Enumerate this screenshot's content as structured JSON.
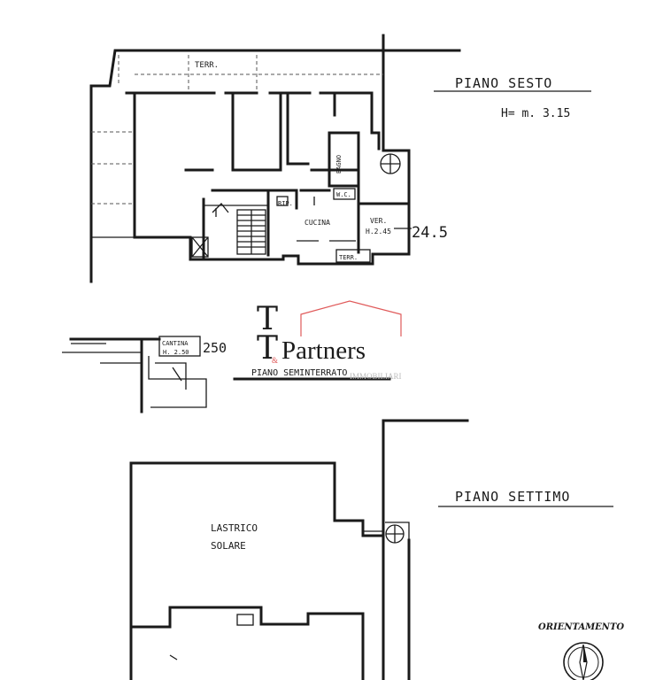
{
  "sixth_floor": {
    "title": "PIANO SESTO",
    "height_note": "H= m. 3.15",
    "labels": {
      "terrace_top": "TERR.",
      "bathroom": "BAGNO",
      "wc": "W.C.",
      "storage": "RIP.",
      "kitchen": "CUCINA",
      "veranda": "VER.",
      "veranda_height": "H.2.45",
      "terrace_small": "TERR.",
      "dimension": "24.5"
    }
  },
  "basement": {
    "title": "PIANO SEMINTERRATO",
    "label_room": "CANTINA",
    "label_height": "H. 2.50",
    "dimension": "250"
  },
  "seventh_floor": {
    "title": "PIANO SETTIMO",
    "roof_label_line1": "LASTRICO",
    "roof_label_line2": "SOLARE"
  },
  "orientation": {
    "label": "ORIENTAMENTO"
  },
  "watermark": {
    "letters_top": "T",
    "letters_bottom": "T",
    "ampersand": "&",
    "brand": "Partners",
    "tagline": "IMMOBILIARI"
  },
  "colors": {
    "ink": "#1a1a1a",
    "watermark_red": "#e05a5a"
  }
}
